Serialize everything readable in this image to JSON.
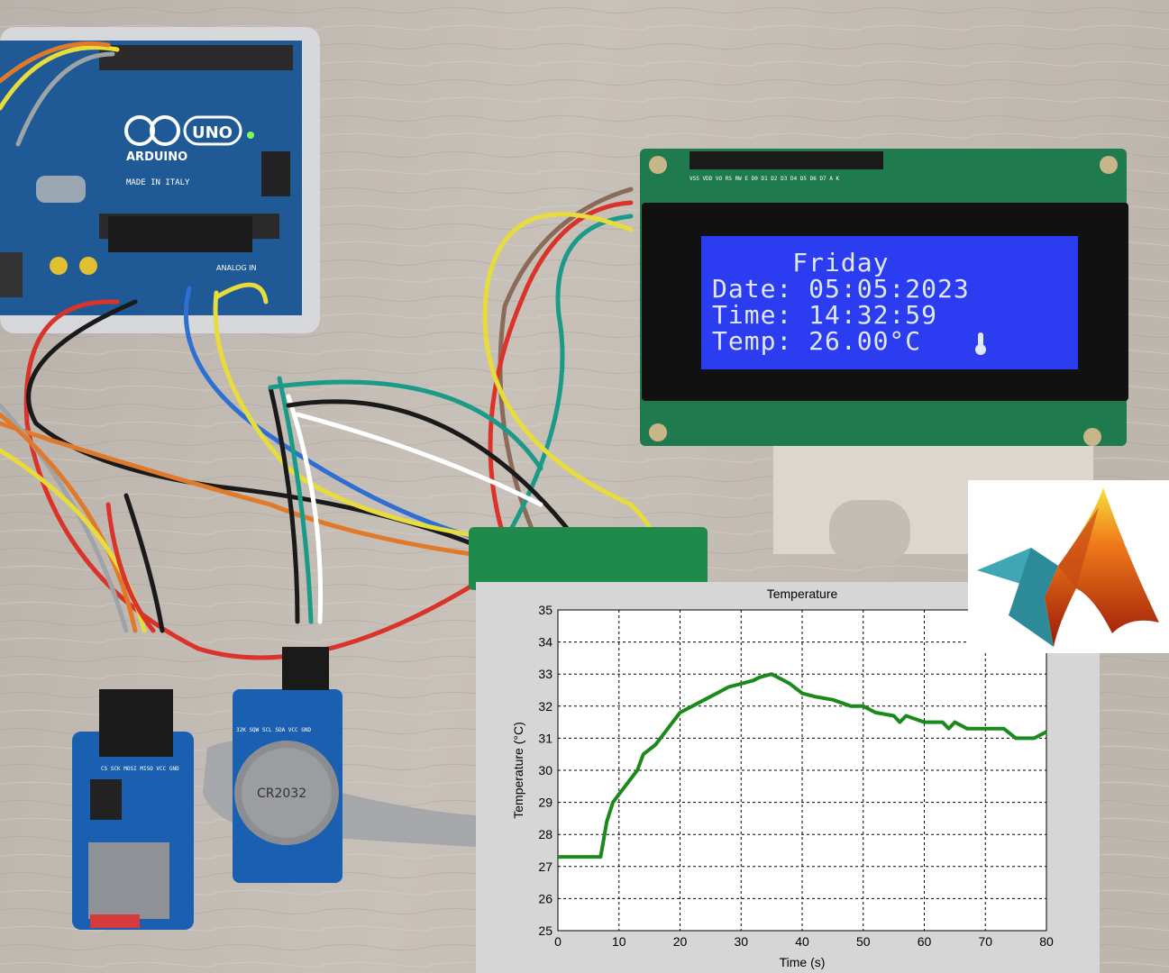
{
  "lcd": {
    "header_pins": "VSS VDD VO RS RW E D0 D1 D2 D3 D4 D5 D6 D7 A K",
    "line1": "     Friday",
    "line2": "Date: 05:05:2023",
    "line3": "Time: 14:32:59",
    "line4": "Temp: 26.00°C"
  },
  "arduino": {
    "brand": "ARDUINO",
    "model": "UNO",
    "made_in": "MADE IN ITALY",
    "analog_label": "ANALOG IN"
  },
  "rtc_module": {
    "pins": "32K SQW SCL SDA VCC GND",
    "battery": "CR2032"
  },
  "sd_module": {
    "pins": "CS SCK MOSI MISO VCC GND"
  },
  "chart_data": {
    "type": "line",
    "title": "Temperature",
    "xlabel": "Time (s)",
    "ylabel": "Temperature (°C)",
    "xlim": [
      0,
      80
    ],
    "ylim": [
      25,
      35
    ],
    "xticks": [
      0,
      10,
      20,
      30,
      40,
      50,
      60,
      70,
      80
    ],
    "yticks": [
      25,
      26,
      27,
      28,
      29,
      30,
      31,
      32,
      33,
      34,
      35
    ],
    "grid": true,
    "series": [
      {
        "color": "#1a8a1a",
        "x": [
          0,
          7,
          8,
          9,
          11,
          13,
          14,
          16,
          18,
          20,
          22,
          24,
          26,
          28,
          30,
          32,
          33,
          35,
          38,
          40,
          42,
          45,
          48,
          50,
          52,
          55,
          56,
          57,
          60,
          63,
          64,
          65,
          67,
          70,
          73,
          75,
          77,
          78,
          80
        ],
        "y": [
          27.3,
          27.3,
          28.4,
          29.0,
          29.5,
          30.0,
          30.5,
          30.8,
          31.3,
          31.8,
          32.0,
          32.2,
          32.4,
          32.6,
          32.7,
          32.8,
          32.9,
          33.0,
          32.7,
          32.4,
          32.3,
          32.2,
          32.0,
          32.0,
          31.8,
          31.7,
          31.5,
          31.7,
          31.5,
          31.5,
          31.3,
          31.5,
          31.3,
          31.3,
          31.3,
          31.0,
          31.0,
          31.0,
          31.2
        ]
      }
    ]
  }
}
